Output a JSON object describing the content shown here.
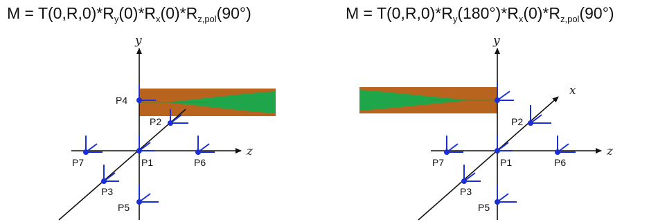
{
  "titles": {
    "left": {
      "pre": "M = T(0,R,0)*R",
      "y_sub": "y",
      "mid": "(0)*R",
      "x_sub": "x",
      "mid2": "(0)*R",
      "z_sub": "z,pol",
      "post": "(90°)"
    },
    "right": {
      "pre": "M = T(0,R,0)*R",
      "y_sub": "y",
      "mid": "(180°)*R",
      "x_sub": "x",
      "mid2": "(0)*R",
      "z_sub": "z,pol",
      "post": "(90°)"
    }
  },
  "axes": {
    "y": "y",
    "z": "z",
    "x": "x"
  },
  "points": {
    "p1": "P1",
    "p2": "P2",
    "p3": "P3",
    "p4": "P4",
    "p5": "P5",
    "p6": "P6",
    "p7": "P7"
  },
  "colors": {
    "axis": "#111111",
    "frame": "#1a2fd6",
    "point": "#1a2fd6",
    "strip_orange": "#b8641e",
    "strip_green": "#22a84a"
  }
}
